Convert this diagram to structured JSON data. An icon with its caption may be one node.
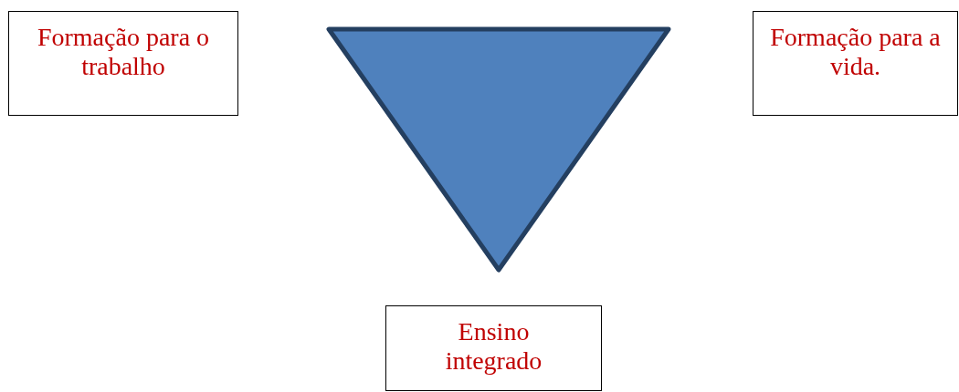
{
  "diagram": {
    "nodes": [
      {
        "text": [
          "Formação para o trabalho"
        ]
      },
      {
        "text": [],
        "shape": "triangle"
      },
      {
        "text": [
          "Formação para a vida."
        ]
      },
      {
        "text": [
          "Ensino integrado"
        ]
      }
    ]
  }
}
